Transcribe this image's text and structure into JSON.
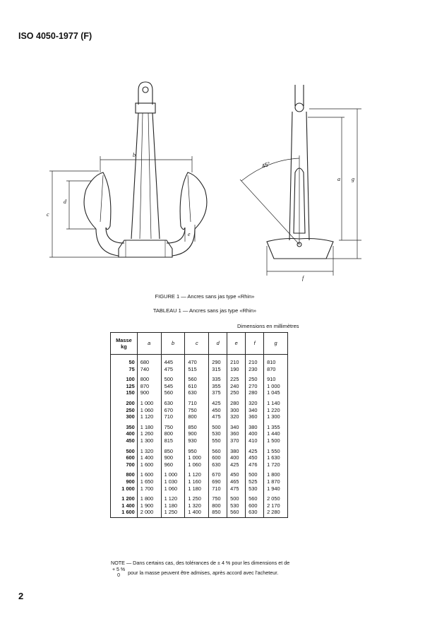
{
  "header": {
    "standard": "ISO 4050-1977 (F)"
  },
  "figure": {
    "caption": "FIGURE 1 — Ancres sans jas type «Rhin»",
    "dim_labels": [
      "a",
      "b",
      "c",
      "d",
      "e",
      "f",
      "g"
    ],
    "angle_label": "45°"
  },
  "table": {
    "caption": "TABLEAU 1 — Ancres sans jas type «Rhin»",
    "units_note": "Dimensions en millimètres",
    "mass_header_line1": "Masse",
    "mass_header_line2": "kg",
    "columns": [
      "a",
      "b",
      "c",
      "d",
      "e",
      "f",
      "g"
    ],
    "groups": [
      [
        {
          "m": "50",
          "v": [
            "680",
            "445",
            "470",
            "290",
            "210",
            "210",
            "810"
          ]
        },
        {
          "m": "75",
          "v": [
            "740",
            "475",
            "515",
            "315",
            "190",
            "230",
            "870"
          ]
        }
      ],
      [
        {
          "m": "100",
          "v": [
            "800",
            "500",
            "560",
            "335",
            "225",
            "250",
            "910"
          ]
        },
        {
          "m": "125",
          "v": [
            "870",
            "545",
            "610",
            "355",
            "240",
            "270",
            "1 000"
          ]
        },
        {
          "m": "150",
          "v": [
            "900",
            "560",
            "630",
            "375",
            "250",
            "280",
            "1 045"
          ]
        }
      ],
      [
        {
          "m": "200",
          "v": [
            "1 000",
            "630",
            "710",
            "425",
            "280",
            "320",
            "1 140"
          ]
        },
        {
          "m": "250",
          "v": [
            "1 060",
            "670",
            "750",
            "450",
            "300",
            "340",
            "1 220"
          ]
        },
        {
          "m": "300",
          "v": [
            "1 120",
            "710",
            "800",
            "475",
            "320",
            "360",
            "1 300"
          ]
        }
      ],
      [
        {
          "m": "350",
          "v": [
            "1 180",
            "750",
            "850",
            "500",
            "340",
            "380",
            "1 355"
          ]
        },
        {
          "m": "400",
          "v": [
            "1 260",
            "800",
            "900",
            "530",
            "360",
            "400",
            "1 440"
          ]
        },
        {
          "m": "450",
          "v": [
            "1 300",
            "815",
            "930",
            "550",
            "370",
            "410",
            "1 500"
          ]
        }
      ],
      [
        {
          "m": "500",
          "v": [
            "1 320",
            "850",
            "950",
            "560",
            "380",
            "425",
            "1 550"
          ]
        },
        {
          "m": "600",
          "v": [
            "1 400",
            "900",
            "1 000",
            "600",
            "400",
            "450",
            "1 630"
          ]
        },
        {
          "m": "700",
          "v": [
            "1 600",
            "960",
            "1 060",
            "630",
            "425",
            "476",
            "1 720"
          ]
        }
      ],
      [
        {
          "m": "800",
          "v": [
            "1 600",
            "1 000",
            "1 120",
            "670",
            "450",
            "500",
            "1 800"
          ]
        },
        {
          "m": "900",
          "v": [
            "1 650",
            "1 030",
            "1 160",
            "690",
            "465",
            "525",
            "1 870"
          ]
        },
        {
          "m": "1 000",
          "v": [
            "1 700",
            "1 060",
            "1 180",
            "710",
            "475",
            "530",
            "1 940"
          ]
        }
      ],
      [
        {
          "m": "1 200",
          "v": [
            "1 800",
            "1 120",
            "1 250",
            "750",
            "500",
            "560",
            "2 050"
          ]
        },
        {
          "m": "1 400",
          "v": [
            "1 900",
            "1 180",
            "1 320",
            "800",
            "530",
            "600",
            "2 170"
          ]
        },
        {
          "m": "1 600",
          "v": [
            "2 000",
            "1 250",
            "1 400",
            "850",
            "560",
            "630",
            "2 280"
          ]
        }
      ]
    ]
  },
  "note": {
    "part1": "NOTE — Dans certains cas, des tolérances de ± 4 % pour les dimensions et de",
    "frac_top": "+ 5 %",
    "frac_bottom": "0",
    "part2": "pour la masse peuvent être admises, après accord avec l'acheteur."
  },
  "page_number": "2"
}
